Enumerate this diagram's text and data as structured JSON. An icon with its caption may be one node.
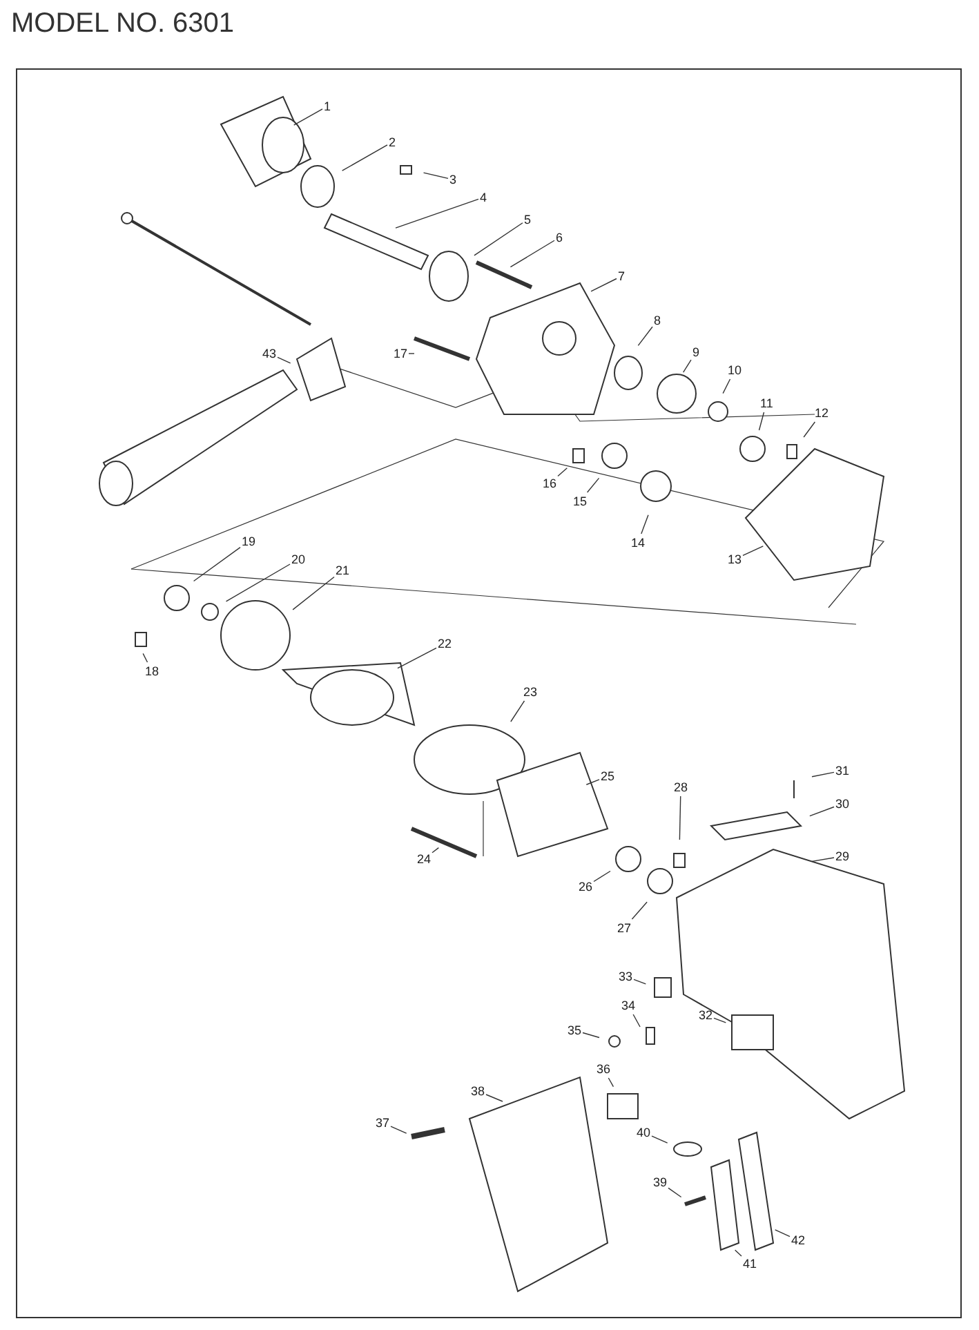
{
  "diagram": {
    "title": "MODEL NO. 6301",
    "nodes": [
      {
        "text": [
          "1"
        ]
      },
      {
        "text": [
          "2"
        ]
      },
      {
        "text": [
          "3"
        ]
      },
      {
        "text": [
          "4"
        ]
      },
      {
        "text": [
          "5"
        ]
      },
      {
        "text": [
          "6"
        ]
      },
      {
        "text": [
          "7"
        ]
      },
      {
        "text": [
          "8"
        ]
      },
      {
        "text": [
          "9"
        ]
      },
      {
        "text": [
          "10"
        ]
      },
      {
        "text": [
          "11"
        ]
      },
      {
        "text": [
          "12"
        ]
      },
      {
        "text": [
          "13"
        ]
      },
      {
        "text": [
          "14"
        ]
      },
      {
        "text": [
          "15"
        ]
      },
      {
        "text": [
          "16"
        ]
      },
      {
        "text": [
          "17"
        ]
      },
      {
        "text": [
          "18"
        ]
      },
      {
        "text": [
          "19"
        ]
      },
      {
        "text": [
          "20"
        ]
      },
      {
        "text": [
          "21"
        ]
      },
      {
        "text": [
          "22"
        ]
      },
      {
        "text": [
          "23"
        ]
      },
      {
        "text": [
          "24"
        ]
      },
      {
        "text": [
          "25"
        ]
      },
      {
        "text": [
          "26"
        ]
      },
      {
        "text": [
          "27"
        ]
      },
      {
        "text": [
          "28"
        ]
      },
      {
        "text": [
          "29"
        ]
      },
      {
        "text": [
          "30"
        ]
      },
      {
        "text": [
          "31"
        ]
      },
      {
        "text": [
          "32"
        ]
      },
      {
        "text": [
          "33"
        ]
      },
      {
        "text": [
          "34"
        ]
      },
      {
        "text": [
          "35"
        ]
      },
      {
        "text": [
          "36"
        ]
      },
      {
        "text": [
          "37"
        ]
      },
      {
        "text": [
          "38"
        ]
      },
      {
        "text": [
          "39"
        ]
      },
      {
        "text": [
          "40"
        ]
      },
      {
        "text": [
          "41"
        ]
      },
      {
        "text": [
          "42"
        ]
      },
      {
        "text": [
          "43"
        ]
      }
    ],
    "edges": [
      {
        "from": 0,
        "to": null,
        "arrow": "none"
      },
      {
        "from": 1,
        "to": null,
        "arrow": "none"
      },
      {
        "from": 2,
        "to": null,
        "arrow": "none"
      },
      {
        "from": 3,
        "to": null,
        "arrow": "none"
      },
      {
        "from": 4,
        "to": null,
        "arrow": "none"
      },
      {
        "from": 5,
        "to": null,
        "arrow": "none"
      },
      {
        "from": 6,
        "to": null,
        "arrow": "none"
      },
      {
        "from": 7,
        "to": null,
        "arrow": "none"
      },
      {
        "from": 8,
        "to": null,
        "arrow": "none"
      },
      {
        "from": 9,
        "to": null,
        "arrow": "none"
      },
      {
        "from": 10,
        "to": null,
        "arrow": "none"
      },
      {
        "from": 11,
        "to": null,
        "arrow": "none"
      },
      {
        "from": 12,
        "to": null,
        "arrow": "none"
      },
      {
        "from": 13,
        "to": null,
        "arrow": "none"
      },
      {
        "from": 14,
        "to": null,
        "arrow": "none"
      },
      {
        "from": 15,
        "to": null,
        "arrow": "none"
      },
      {
        "from": 16,
        "to": null,
        "arrow": "none"
      },
      {
        "from": 17,
        "to": null,
        "arrow": "none"
      },
      {
        "from": 18,
        "to": null,
        "arrow": "none"
      },
      {
        "from": 19,
        "to": null,
        "arrow": "none"
      },
      {
        "from": 20,
        "to": null,
        "arrow": "none"
      },
      {
        "from": 21,
        "to": null,
        "arrow": "none"
      },
      {
        "from": 22,
        "to": null,
        "arrow": "none"
      },
      {
        "from": 23,
        "to": null,
        "arrow": "none"
      },
      {
        "from": 24,
        "to": null,
        "arrow": "none"
      },
      {
        "from": 25,
        "to": null,
        "arrow": "none"
      },
      {
        "from": 26,
        "to": null,
        "arrow": "none"
      },
      {
        "from": 27,
        "to": null,
        "arrow": "none"
      },
      {
        "from": 28,
        "to": null,
        "arrow": "none"
      },
      {
        "from": 29,
        "to": null,
        "arrow": "none"
      },
      {
        "from": 30,
        "to": null,
        "arrow": "none"
      },
      {
        "from": 31,
        "to": null,
        "arrow": "none"
      },
      {
        "from": 32,
        "to": null,
        "arrow": "none"
      },
      {
        "from": 33,
        "to": null,
        "arrow": "none"
      },
      {
        "from": 34,
        "to": null,
        "arrow": "none"
      },
      {
        "from": 35,
        "to": null,
        "arrow": "none"
      },
      {
        "from": 36,
        "to": null,
        "arrow": "none"
      },
      {
        "from": 37,
        "to": null,
        "arrow": "none"
      },
      {
        "from": 38,
        "to": null,
        "arrow": "none"
      },
      {
        "from": 39,
        "to": null,
        "arrow": "none"
      },
      {
        "from": 40,
        "to": null,
        "arrow": "none"
      },
      {
        "from": 41,
        "to": null,
        "arrow": "none"
      },
      {
        "from": 42,
        "to": null,
        "arrow": "none"
      }
    ]
  }
}
